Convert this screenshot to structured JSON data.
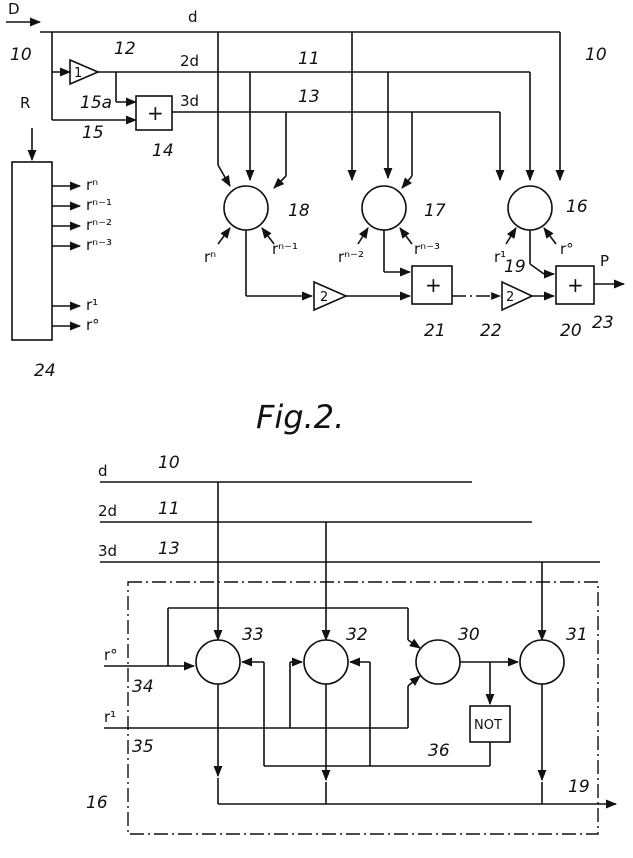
{
  "fig1": {
    "input_D": "D",
    "input_R": "R",
    "line_d": "d",
    "line_2d": "2d",
    "line_3d": "3d",
    "amp_1": "1",
    "amp_2a": "2",
    "amp_2b": "2",
    "adder": "+",
    "output_P": "P",
    "r_outputs": [
      "rⁿ",
      "rⁿ⁻¹",
      "rⁿ⁻²",
      "rⁿ⁻³",
      "r¹",
      "r°"
    ],
    "unit18_inputs": [
      "rⁿ",
      "rⁿ⁻¹"
    ],
    "unit17_inputs": [
      "rⁿ⁻²",
      "rⁿ⁻³"
    ],
    "unit16_inputs": [
      "r¹",
      "r°"
    ],
    "refs": {
      "r10": "10",
      "r10b": "10",
      "r11": "11",
      "r12": "12",
      "r13": "13",
      "r14": "14",
      "r15": "15",
      "r15a": "15a",
      "r16": "16",
      "r17": "17",
      "r18": "18",
      "r19": "19",
      "r20": "20",
      "r21": "21",
      "r22": "22",
      "r23": "23",
      "r24": "24"
    }
  },
  "caption": "Fig.2.",
  "fig2": {
    "line_d": "d",
    "line_2d": "2d",
    "line_3d": "3d",
    "input_r0": "r°",
    "input_r1": "r¹",
    "not_gate": "NOT",
    "refs": {
      "r10": "10",
      "r11": "11",
      "r13": "13",
      "r16": "16",
      "r19": "19",
      "r30": "30",
      "r31": "31",
      "r32": "32",
      "r33": "33",
      "r34": "34",
      "r35": "35",
      "r36": "36"
    }
  }
}
